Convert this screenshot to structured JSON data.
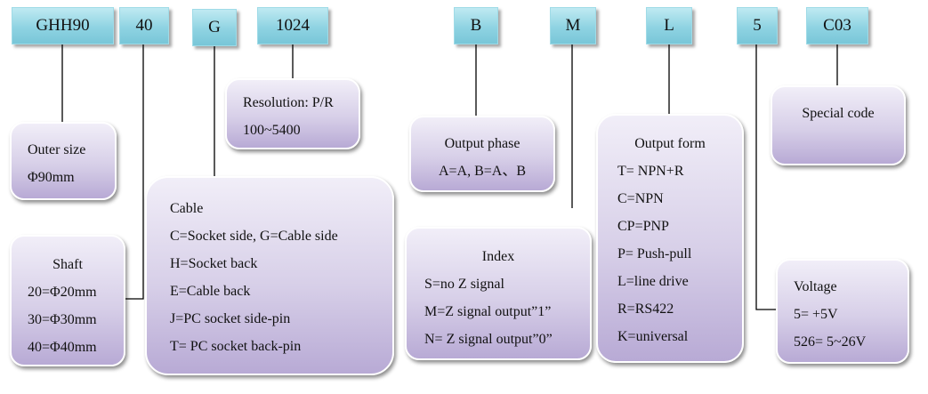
{
  "codes": {
    "ghh90": "GHH90",
    "c40": "40",
    "g": "G",
    "c1024": "1024",
    "b": "B",
    "m": "M",
    "l": "L",
    "c5": "5",
    "c03": "C03"
  },
  "resolution": {
    "title": "Resolution: P/R",
    "lines": [
      "100~5400"
    ]
  },
  "outer_size": {
    "title": "Outer size",
    "lines": [
      "Φ90mm"
    ]
  },
  "shaft": {
    "title": "Shaft",
    "lines": [
      "20=Φ20mm",
      "30=Φ30mm",
      "40=Φ40mm"
    ]
  },
  "cable": {
    "title": "Cable",
    "lines": [
      "C=Socket side, G=Cable side",
      "H=Socket back",
      "E=Cable back",
      "J=PC socket side-pin",
      "T= PC socket back-pin"
    ]
  },
  "output_phase": {
    "title": "Output phase",
    "lines": [
      "A=A, B=A、B"
    ]
  },
  "index": {
    "title": "Index",
    "lines": [
      "S=no Z signal",
      "M=Z signal output”1”",
      "N= Z signal output”0”"
    ]
  },
  "output_form": {
    "title": "Output form",
    "lines": [
      "T= NPN+R",
      "C=NPN",
      "CP=PNP",
      "P= Push-pull",
      "L=line drive",
      "R=RS422",
      "K=universal"
    ]
  },
  "special_code": {
    "title": "Special code"
  },
  "voltage": {
    "title": "Voltage",
    "lines": [
      "5= +5V",
      "526= 5~26V"
    ]
  }
}
